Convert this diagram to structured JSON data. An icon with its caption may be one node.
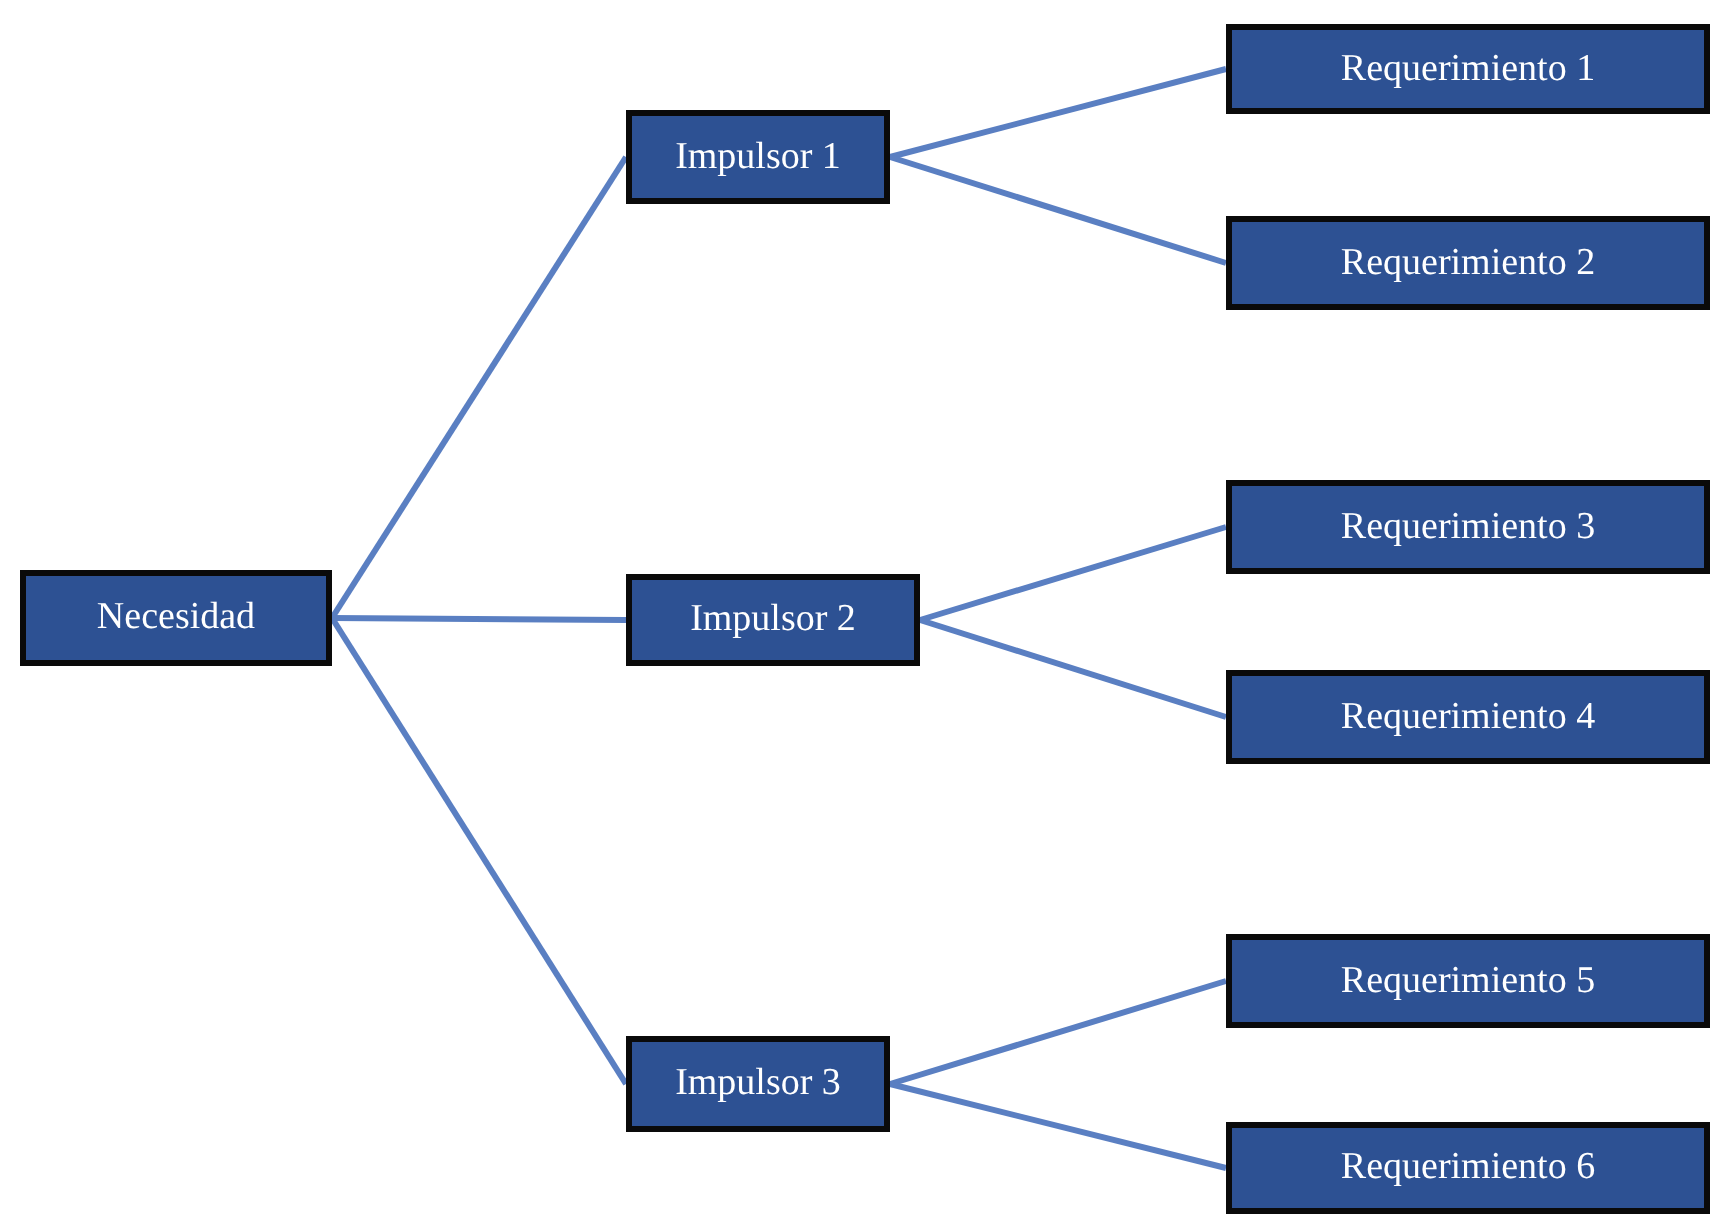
{
  "diagram": {
    "nodes": [
      {
        "text": [
          "Necesidad"
        ]
      },
      {
        "text": [
          "Impulsor 1"
        ]
      },
      {
        "text": [
          "Impulsor 2"
        ]
      },
      {
        "text": [
          "Impulsor 3"
        ]
      },
      {
        "text": [
          "Requerimiento 1"
        ]
      },
      {
        "text": [
          "Requerimiento 2"
        ]
      },
      {
        "text": [
          "Requerimiento 3"
        ]
      },
      {
        "text": [
          "Requerimiento 4"
        ]
      },
      {
        "text": [
          "Requerimiento 5"
        ]
      },
      {
        "text": [
          "Requerimiento 6"
        ]
      }
    ],
    "edges": [
      {
        "from": 0,
        "to": 1,
        "arrow": "none"
      },
      {
        "from": 0,
        "to": 2,
        "arrow": "none"
      },
      {
        "from": 0,
        "to": 3,
        "arrow": "none"
      },
      {
        "from": 1,
        "to": 4,
        "arrow": "none"
      },
      {
        "from": 1,
        "to": 5,
        "arrow": "none"
      },
      {
        "from": 2,
        "to": 6,
        "arrow": "none"
      },
      {
        "from": 2,
        "to": 7,
        "arrow": "none"
      },
      {
        "from": 3,
        "to": 8,
        "arrow": "none"
      },
      {
        "from": 3,
        "to": 9,
        "arrow": "none"
      }
    ]
  }
}
